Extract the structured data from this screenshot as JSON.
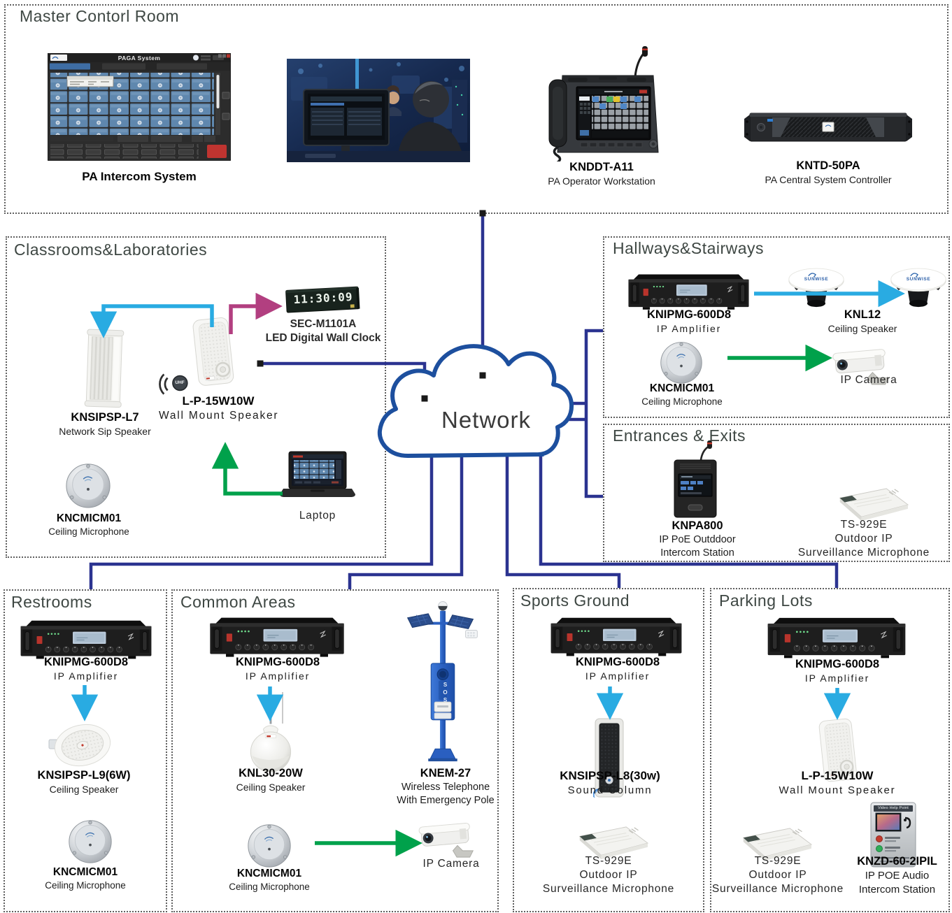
{
  "colors": {
    "line_navy": "#2b3390",
    "cloud_blue": "#1d4f9e",
    "arrow_cyan": "#29abe2",
    "arrow_green": "#00a14b",
    "arrow_magenta": "#b23f80"
  },
  "network": {
    "label": "Network"
  },
  "zones": {
    "master": {
      "title": "Master Contorl Room",
      "pa_system": {
        "window_title": "PAGA System",
        "caption": "PA Intercom System"
      },
      "workstation": {
        "model": "KNDDT-A11",
        "desc": "PA Operator Workstation"
      },
      "controller": {
        "model": "KNTD-50PA",
        "desc": "PA Central System Controller"
      }
    },
    "classrooms": {
      "title": "Classrooms&Laboratories",
      "sip_speaker": {
        "model": "KNSIPSP-L7",
        "desc": "Network Sip Speaker"
      },
      "wall_speaker": {
        "model": "L-P-15W10W",
        "desc": "Wall Mount Speaker",
        "badge": "UHF"
      },
      "clock": {
        "model": "SEC-M1101A",
        "desc": "LED Digital Wall Clock",
        "time": "11:30:09"
      },
      "mic": {
        "model": "KNCMICM01",
        "desc": "Ceiling Microphone"
      },
      "laptop": {
        "label": "Laptop"
      }
    },
    "hallways": {
      "title": "Hallways&Stairways",
      "amp": {
        "model": "KNIPMG-600D8",
        "desc": "IP Amplifier"
      },
      "ceiling_speaker": {
        "model": "KNL12",
        "desc": "Ceiling Speaker",
        "brand": "SUNWISE"
      },
      "mic": {
        "model": "KNCMICM01",
        "desc": "Ceiling Microphone"
      },
      "camera": {
        "label": "IP Camera"
      }
    },
    "entrances": {
      "title": "Entrances & Exits",
      "intercom": {
        "model": "KNPA800",
        "desc1": "IP PoE Outddoor",
        "desc2": "Intercom Station"
      },
      "surv_mic": {
        "model": "TS-929E",
        "desc1": "Outdoor IP",
        "desc2": "Surveillance Microphone"
      }
    },
    "restrooms": {
      "title": "Restrooms",
      "amp": {
        "model": "KNIPMG-600D8",
        "desc": "IP Amplifier"
      },
      "ceiling_speaker": {
        "model": "KNSIPSP-L9(6W)",
        "desc": "Ceiling Speaker"
      },
      "mic": {
        "model": "KNCMICM01",
        "desc": "Ceiling Microphone"
      }
    },
    "common": {
      "title": "Common Areas",
      "amp": {
        "model": "KNIPMG-600D8",
        "desc": "IP Amplifier"
      },
      "ceiling_speaker": {
        "model": "KNL30-20W",
        "desc": "Ceiling Speaker"
      },
      "pole": {
        "model": "KNEM-27",
        "desc1": "Wireless Telephone",
        "desc2": "With Emergency Pole",
        "sos": "SOS"
      },
      "mic": {
        "model": "KNCMICM01",
        "desc": "Ceiling Microphone"
      },
      "camera": {
        "label": "IP Camera"
      }
    },
    "sports": {
      "title": "Sports Ground",
      "amp": {
        "model": "KNIPMG-600D8",
        "desc": "IP Amplifier"
      },
      "sound_column": {
        "model": "KNSIPSP-L8(30w)",
        "desc": "Sound Column"
      },
      "surv_mic": {
        "model": "TS-929E",
        "desc1": "Outdoor IP",
        "desc2": "Surveillance Microphone"
      }
    },
    "parking": {
      "title": "Parking Lots",
      "amp": {
        "model": "KNIPMG-600D8",
        "desc": "IP Amplifier"
      },
      "wall_speaker": {
        "model": "L-P-15W10W",
        "desc": "Wall Mount Speaker"
      },
      "surv_mic": {
        "model": "TS-929E",
        "desc1": "Outdoor IP",
        "desc2": "Surveillance Microphone"
      },
      "help_point": {
        "model": "KNZD-60-2IPIL",
        "desc1": "IP POE Audio",
        "desc2": "Intercom Station",
        "screen_title": "Video Help Point"
      }
    }
  }
}
